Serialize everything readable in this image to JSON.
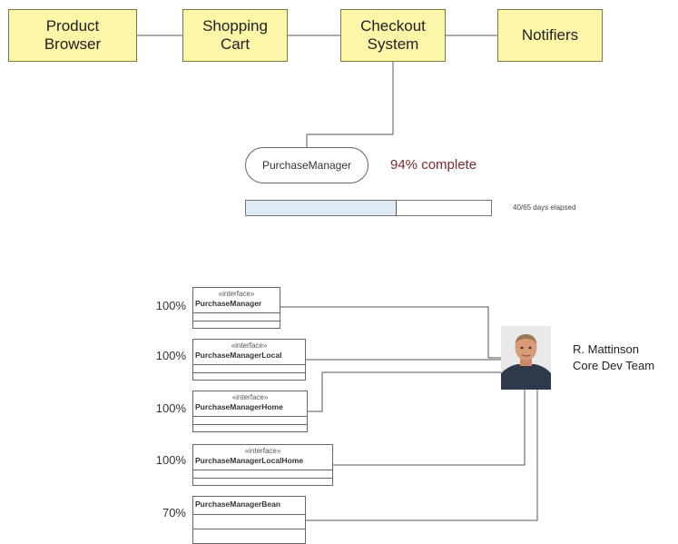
{
  "modules": [
    {
      "label": "Product\nBrowser"
    },
    {
      "label": "Shopping\nCart"
    },
    {
      "label": "Checkout\nSystem"
    },
    {
      "label": "Notifiers"
    }
  ],
  "component": {
    "name": "PurchaseManager",
    "status": "94% complete"
  },
  "progress": {
    "fraction": 0.61,
    "label": "40/65 days elapsed"
  },
  "classes": [
    {
      "stereotype": "«interface»",
      "name": "PurchaseManager",
      "percent": "100%"
    },
    {
      "stereotype": "«interface»",
      "name": "PurchaseManagerLocal",
      "percent": "100%"
    },
    {
      "stereotype": "«interface»",
      "name": "PurchaseManagerHome",
      "percent": "100%"
    },
    {
      "stereotype": "«interface»",
      "name": "PurchaseManagerLocalHome",
      "percent": "100%"
    },
    {
      "stereotype": "",
      "name": "PurchaseManagerBean",
      "percent": "70%"
    }
  ],
  "owner": {
    "name": "R. Mattinson",
    "team": "Core Dev Team",
    "avatar_icon": "person-photo-icon"
  },
  "colors": {
    "module_fill": "#fbf6a8",
    "progress_fill": "#deeaf4",
    "status_text": "#7a2a2a"
  }
}
